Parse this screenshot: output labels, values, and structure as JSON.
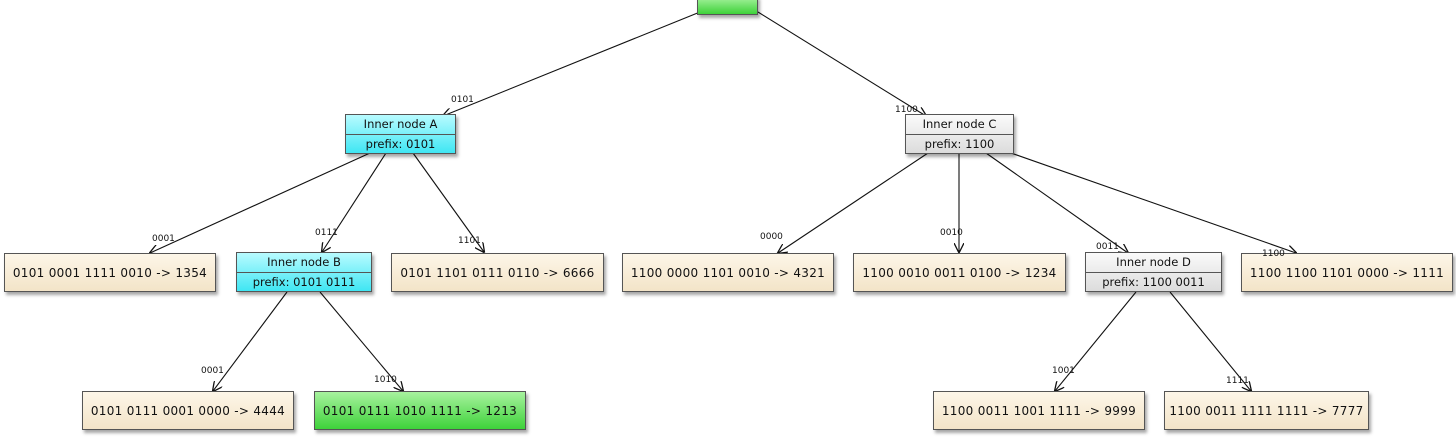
{
  "nodes": {
    "inner_a": {
      "title": "Inner node A",
      "prefix": "prefix: 0101"
    },
    "inner_b": {
      "title": "Inner node B",
      "prefix": "prefix: 0101 0111"
    },
    "inner_c": {
      "title": "Inner node C",
      "prefix": "prefix: 1100"
    },
    "inner_d": {
      "title": "Inner node D",
      "prefix": "prefix: 1100 0011"
    },
    "leaf_1354": "0101 0001 1111 0010 -> 1354",
    "leaf_6666": "0101 1101 0111 0110 -> 6666",
    "leaf_4444": "0101 0111 0001 0000 -> 4444",
    "leaf_1213": "0101 0111 1010 1111 -> 1213",
    "leaf_4321": "1100 0000 1101 0010 -> 4321",
    "leaf_1234": "1100 0010 0011 0100 -> 1234",
    "leaf_1111": "1100 1100 1101 0000 -> 1111",
    "leaf_9999": "1100 0011 1001 1111 -> 9999",
    "leaf_7777": "1100 0011 1111 1111 -> 7777"
  },
  "edge_labels": {
    "root_a": "0101",
    "root_c": "1100",
    "a_1354": "0001",
    "a_b": "0111",
    "a_6666": "1101",
    "b_4444": "0001",
    "b_1213": "1010",
    "c_4321": "0000",
    "c_1234": "0010",
    "c_d": "0011",
    "c_1111": "1100",
    "d_9999": "1001",
    "d_7777": "1111"
  },
  "colors": {
    "leaf": "#f5e8cf",
    "highlight": "#3ed23a",
    "inner_cyan": "#3fe6f3",
    "inner_gray": "#e2e2e2"
  }
}
